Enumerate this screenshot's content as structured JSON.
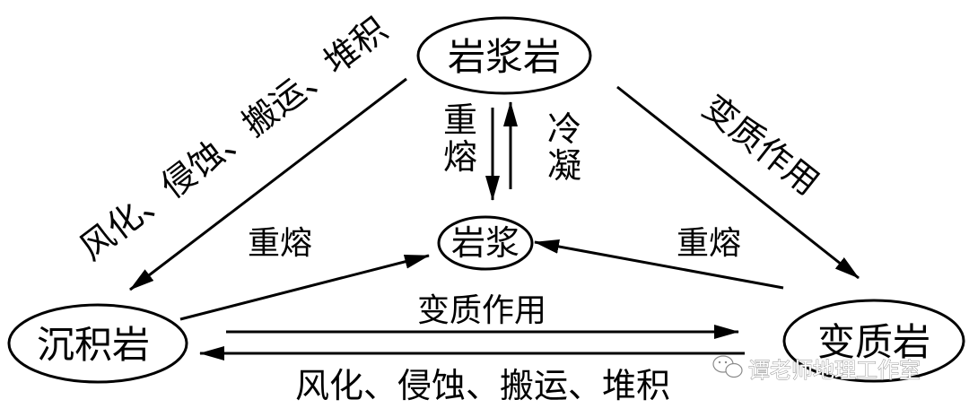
{
  "diagram": {
    "title": "岩石循环",
    "nodes": {
      "igneous": "岩浆岩",
      "magma": "岩浆",
      "sedimentary": "沉积岩",
      "metamorphic": "变质岩"
    },
    "labels": {
      "remelt_igneous": "重熔",
      "condense": "冷凝",
      "remelt_sed": "重熔",
      "remelt_meta": "重熔",
      "igneous_to_sed": "风化、侵蚀、搬运、堆积",
      "igneous_to_meta": "变质作用",
      "sed_to_meta": "变质作用",
      "meta_to_sed": "风化、侵蚀、搬运、堆积"
    },
    "colors": {
      "ink": "#000000",
      "watermark": "#8a8a8a"
    }
  },
  "watermark": {
    "icon": "wechat-icon",
    "text": "谭老师地理工作室"
  }
}
